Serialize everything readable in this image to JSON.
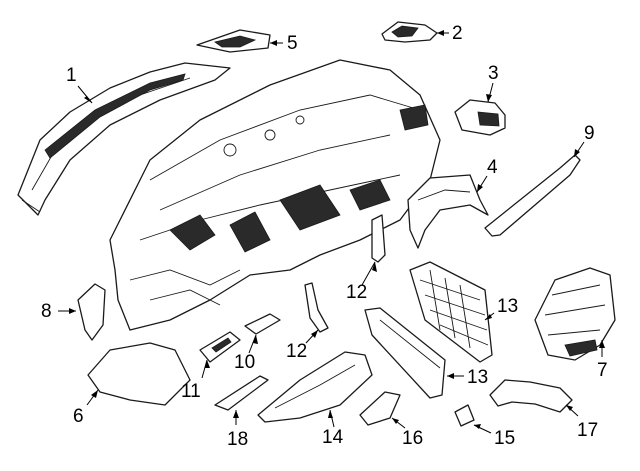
{
  "diagram": {
    "callouts": [
      {
        "id": "c1",
        "label": "1"
      },
      {
        "id": "c2",
        "label": "2"
      },
      {
        "id": "c3",
        "label": "3"
      },
      {
        "id": "c4",
        "label": "4"
      },
      {
        "id": "c5",
        "label": "5"
      },
      {
        "id": "c6",
        "label": "6"
      },
      {
        "id": "c7",
        "label": "7"
      },
      {
        "id": "c8",
        "label": "8"
      },
      {
        "id": "c9",
        "label": "9"
      },
      {
        "id": "c10",
        "label": "10"
      },
      {
        "id": "c11",
        "label": "11"
      },
      {
        "id": "c12a",
        "label": "12"
      },
      {
        "id": "c12b",
        "label": "12"
      },
      {
        "id": "c13a",
        "label": "13"
      },
      {
        "id": "c13b",
        "label": "13"
      },
      {
        "id": "c14",
        "label": "14"
      },
      {
        "id": "c15",
        "label": "15"
      },
      {
        "id": "c16",
        "label": "16"
      },
      {
        "id": "c17",
        "label": "17"
      },
      {
        "id": "c18",
        "label": "18"
      }
    ]
  }
}
